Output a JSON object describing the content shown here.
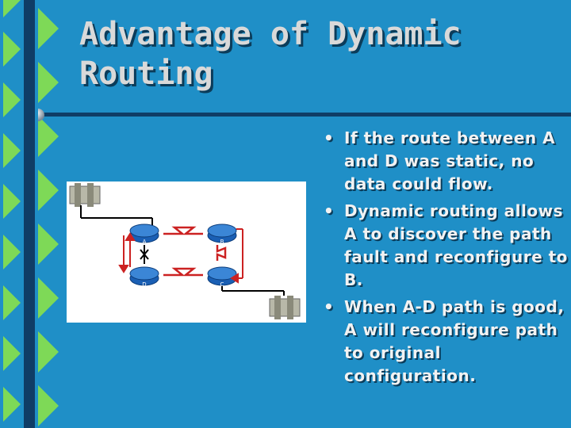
{
  "slide": {
    "title": "Advantage of Dynamic Routing",
    "bullets": [
      "If the route between A and D was static, no data could flow.",
      "Dynamic routing allows A to discover the path fault and reconfigure to B.",
      "When A-D path is good, A will reconfigure path to original configuration."
    ],
    "bullet_glyph": "•"
  },
  "diagram": {
    "routers": [
      {
        "label": "A"
      },
      {
        "label": "B"
      },
      {
        "label": "D"
      },
      {
        "label": "C"
      }
    ],
    "link_color": "#cc2222",
    "router_color": "#1a5fb4",
    "icons": [
      "host-icon",
      "router-icon",
      "serial-link-icon",
      "fault-x-icon"
    ]
  },
  "colors": {
    "background": "#1f8fc7",
    "title": "#d9d9d9",
    "text": "#f2f2f2",
    "accent_stripe": "#7ed957",
    "stripe_dark": "#0f3d66"
  }
}
